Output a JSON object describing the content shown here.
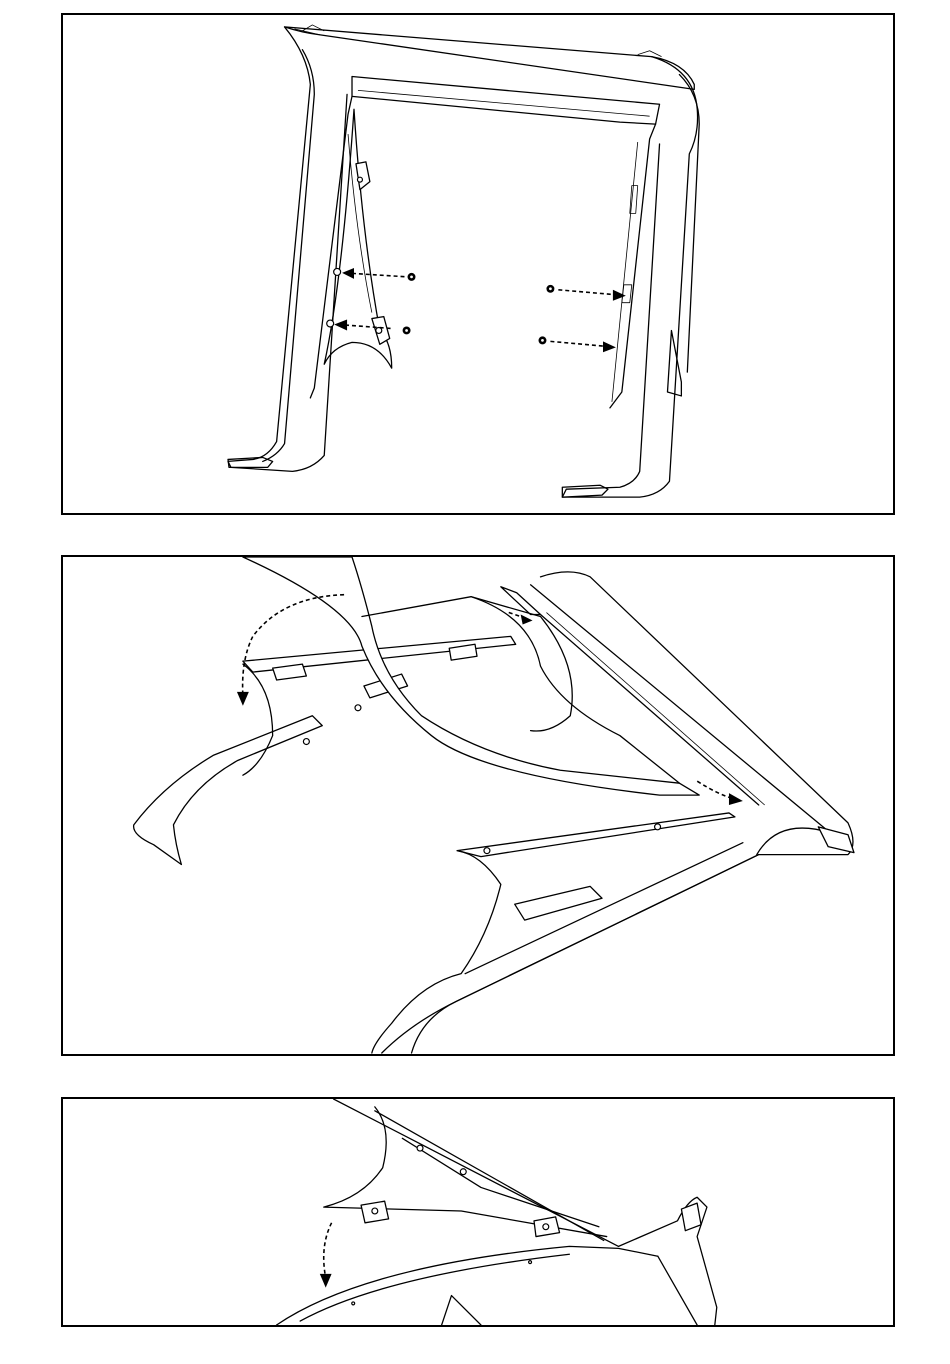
{
  "figure": {
    "panels": [
      {
        "id": "step-1",
        "description_visible": false,
        "screws": 4
      },
      {
        "id": "step-2",
        "description_visible": false
      },
      {
        "id": "step-3",
        "description_visible": false
      }
    ]
  }
}
